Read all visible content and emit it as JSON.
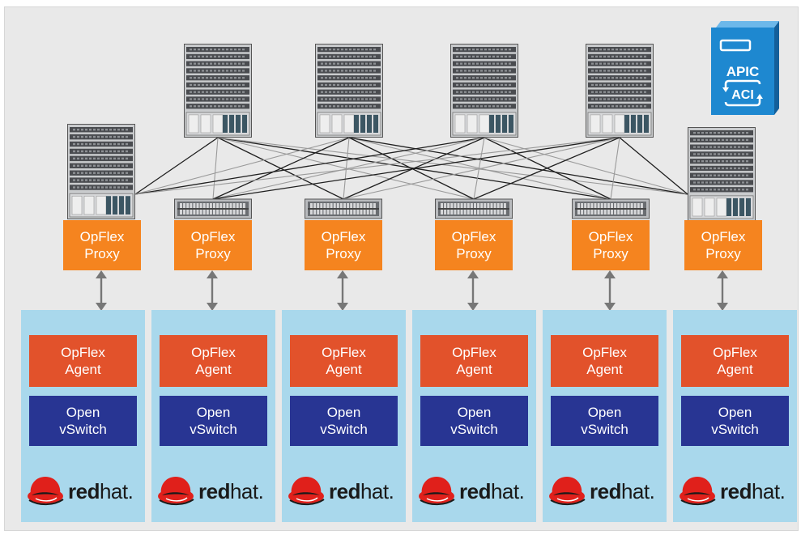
{
  "diagram": {
    "spine_count": 4,
    "leaf_count": 6,
    "proxies": [
      {
        "line1": "OpFlex",
        "line2": "Proxy"
      },
      {
        "line1": "OpFlex",
        "line2": "Proxy"
      },
      {
        "line1": "OpFlex",
        "line2": "Proxy"
      },
      {
        "line1": "OpFlex",
        "line2": "Proxy"
      },
      {
        "line1": "OpFlex",
        "line2": "Proxy"
      },
      {
        "line1": "OpFlex",
        "line2": "Proxy"
      }
    ],
    "hosts": [
      {
        "agent1": "OpFlex",
        "agent2": "Agent",
        "ovs1": "Open",
        "ovs2": "vSwitch",
        "brand_bold": "red",
        "brand_light": "hat."
      },
      {
        "agent1": "OpFlex",
        "agent2": "Agent",
        "ovs1": "Open",
        "ovs2": "vSwitch",
        "brand_bold": "red",
        "brand_light": "hat."
      },
      {
        "agent1": "OpFlex",
        "agent2": "Agent",
        "ovs1": "Open",
        "ovs2": "vSwitch",
        "brand_bold": "red",
        "brand_light": "hat."
      },
      {
        "agent1": "OpFlex",
        "agent2": "Agent",
        "ovs1": "Open",
        "ovs2": "vSwitch",
        "brand_bold": "red",
        "brand_light": "hat."
      },
      {
        "agent1": "OpFlex",
        "agent2": "Agent",
        "ovs1": "Open",
        "ovs2": "vSwitch",
        "brand_bold": "red",
        "brand_light": "hat."
      },
      {
        "agent1": "OpFlex",
        "agent2": "Agent",
        "ovs1": "Open",
        "ovs2": "vSwitch",
        "brand_bold": "red",
        "brand_light": "hat."
      }
    ],
    "apic": {
      "title": "APIC",
      "badge": "ACI"
    },
    "colors": {
      "proxy": "#f5841f",
      "agent": "#e2522b",
      "ovs": "#283593",
      "host": "#a9d8ec",
      "apic": "#1e88d0",
      "redhat": "#e0201b"
    }
  }
}
